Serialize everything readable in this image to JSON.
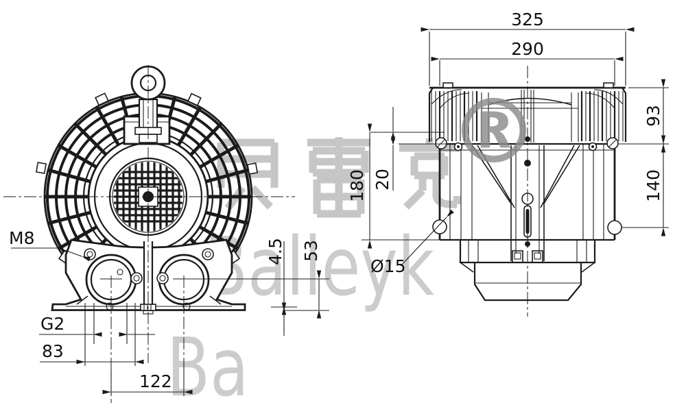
{
  "watermark": {
    "cn": "贝雷克",
    "en": "Balleyk",
    "registered": "®"
  },
  "dimensions": {
    "front": {
      "eye_thread": "M8",
      "port_thread": "G2",
      "bolt_span": "83",
      "port_distance": "122",
      "foot_thickness": "4.5",
      "port_height": "53"
    },
    "side": {
      "overall_width": "325",
      "body_width": "290",
      "cover_height": "93",
      "body_height": "140",
      "total_height": "180",
      "screw_offset": "20",
      "hole_diameter": "Ø15"
    }
  },
  "colors": {
    "line": "#1b1b1b",
    "dim_text": "#111111",
    "watermark_gray": "#c4c4c4",
    "registered_gray": "#8a8a8a",
    "background": "#ffffff"
  }
}
